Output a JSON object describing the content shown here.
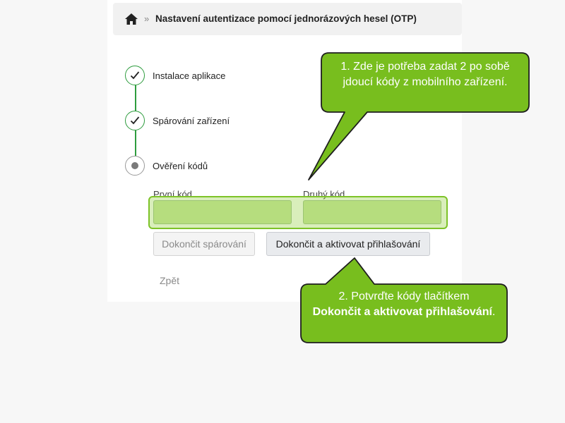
{
  "breadcrumb": {
    "separator": "»",
    "title": "Nastavení autentizace pomocí jednorázových hesel (OTP)"
  },
  "steps": [
    {
      "label": "Instalace aplikace",
      "state": "done"
    },
    {
      "label": "Spárování zařízení",
      "state": "done"
    },
    {
      "label": "Ověření kódů",
      "state": "current"
    }
  ],
  "form": {
    "first_code_label": "První kód",
    "first_code_value": "",
    "second_code_label": "Druhý kód",
    "second_code_value": "",
    "finish_pairing_label": "Dokončit spárování",
    "finish_activate_label": "Dokončit a aktivovat přihlašování",
    "back_label": "Zpět"
  },
  "callouts": {
    "codes": {
      "text": "1. Zde je potřeba zadat 2 po sobě jdoucí kódy z mobilního zařízení."
    },
    "confirm": {
      "text_prefix": "2. Potvrďte kódy tlačítkem",
      "text_bold": "Dokončit a aktivovat přihlašování",
      "text_suffix": "."
    }
  },
  "colors": {
    "accent_green": "#2e9c3e",
    "callout_fill": "#78be1e",
    "callout_border": "#1e1e1e",
    "highlight": "#7dc328"
  }
}
